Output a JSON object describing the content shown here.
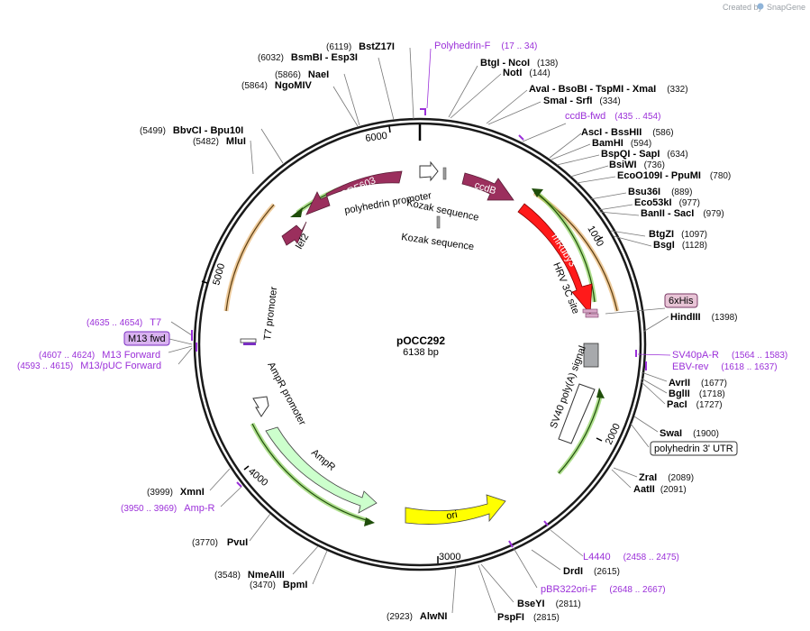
{
  "app": {
    "credit_prefix": "Created by",
    "credit_brand": "SnapGene"
  },
  "plasmid": {
    "name": "pOCC292",
    "size": "6138 bp"
  },
  "ticks": [
    "1000",
    "2000",
    "3000",
    "4000",
    "5000",
    "6000"
  ],
  "sites_right": [
    {
      "name": "BtgI",
      "sep": " - ",
      "name2": "NcoI",
      "pos": "(138)"
    },
    {
      "name": "NotI",
      "pos": "(144)"
    },
    {
      "name": "AvaI",
      "sep": " - ",
      "name2": "BsoBI",
      "name3": "TspMI",
      "name4": "XmaI",
      "pos": "(332)"
    },
    {
      "name": "SmaI",
      "sep": " - ",
      "name2": "SrfI",
      "pos": "(334)"
    },
    {
      "name": "AscI",
      "sep": " - ",
      "name2": "BssHII",
      "pos": "(586)"
    },
    {
      "name": "BamHI",
      "pos": "(594)"
    },
    {
      "name": "BspQI",
      "sep": " - ",
      "name2": "SapI",
      "pos": "(634)"
    },
    {
      "name": "BsiWI",
      "pos": "(736)"
    },
    {
      "name": "EcoO109I",
      "sep": " - ",
      "name2": "PpuMI",
      "pos": "(780)"
    },
    {
      "name": "Bsu36I",
      "pos": "(889)"
    },
    {
      "name": "Eco53kI",
      "pos": "(977)"
    },
    {
      "name": "BanII",
      "sep": " - ",
      "name2": "SacI",
      "pos": "(979)"
    },
    {
      "name": "BtgZI",
      "pos": "(1097)"
    },
    {
      "name": "BsgI",
      "pos": "(1128)"
    },
    {
      "name": "HindIII",
      "pos": "(1398)"
    },
    {
      "name": "AvrII",
      "pos": "(1677)"
    },
    {
      "name": "BglII",
      "pos": "(1718)"
    },
    {
      "name": "PacI",
      "pos": "(1727)"
    },
    {
      "name": "SwaI",
      "pos": "(1900)"
    },
    {
      "name": "ZraI",
      "pos": "(2089)"
    },
    {
      "name": "AatII",
      "pos": "(2091)"
    },
    {
      "name": "DrdI",
      "pos": "(2615)"
    },
    {
      "name": "BseYI",
      "pos": "(2811)"
    },
    {
      "name": "PspFI",
      "pos": "(2815)"
    }
  ],
  "sites_left": [
    {
      "name": "BstZ17I",
      "pos": "(6119)"
    },
    {
      "name": "BsmBI",
      "sep": " - ",
      "name2": "Esp3I",
      "pos": "(6032)"
    },
    {
      "name": "NaeI",
      "pos": "(5866)"
    },
    {
      "name": "NgoMIV",
      "pos": "(5864)"
    },
    {
      "name": "BbvCI",
      "sep": " - ",
      "name2": "Bpu10I",
      "pos": "(5499)"
    },
    {
      "name": "MluI",
      "pos": "(5482)"
    },
    {
      "name": "XmnI",
      "pos": "(3999)"
    },
    {
      "name": "PvuI",
      "pos": "(3770)"
    },
    {
      "name": "NmeAIII",
      "pos": "(3548)"
    },
    {
      "name": "BpmI",
      "pos": "(3470)"
    },
    {
      "name": "AlwNI",
      "pos": "(2923)"
    }
  ],
  "primers": [
    {
      "name": "Polyhedrin-F",
      "pos": "(17 .. 34)"
    },
    {
      "name": "ccdB-fwd",
      "pos": "(435 .. 454)"
    },
    {
      "name": "SV40pA-R",
      "pos": "(1564 .. 1583)"
    },
    {
      "name": "EBV-rev",
      "pos": "(1618 .. 1637)"
    },
    {
      "name": "L4440",
      "pos": "(2458 .. 2475)"
    },
    {
      "name": "pBR322ori-F",
      "pos": "(2648 .. 2667)"
    },
    {
      "name": "Amp-R",
      "pos": "(3950 .. 3969)"
    },
    {
      "name": "T7",
      "pos": "(4635 .. 4654)"
    },
    {
      "name": "M13 Forward",
      "pos": "(4607 .. 4624)"
    },
    {
      "name": "M13/pUC Forward",
      "pos": "(4593 .. 4615)"
    },
    {
      "name": "M13 fwd"
    }
  ],
  "features": {
    "orf603": "ORF603",
    "ccdb": "ccdB",
    "mruby3": "mRuby3",
    "lef2": "lef2",
    "polyhedrin_promoter": "polyhedrin promoter",
    "kozak1": "Kozak sequence",
    "kozak2": "Kozak sequence",
    "hrv": "HRV 3C site",
    "sixhis": "6xHis",
    "sv40": "SV40 poly(A) signal",
    "utr": "polyhedrin 3' UTR",
    "t7promoter": "T7 promoter",
    "ampr_promoter": "AmpR promoter",
    "ampr": "AmpR",
    "ori": "ori"
  },
  "colors": {
    "orf": "#9b2f5d",
    "ccdb": "#9b2f5d",
    "mruby": "#ff1a1a",
    "ampr": "#ccffcc",
    "ori": "#ffff00",
    "sv40": "#a7a9ac",
    "primer": "#9b30d9",
    "green_arc": "#4d9e1c",
    "orange_arc": "#d99a3a"
  }
}
